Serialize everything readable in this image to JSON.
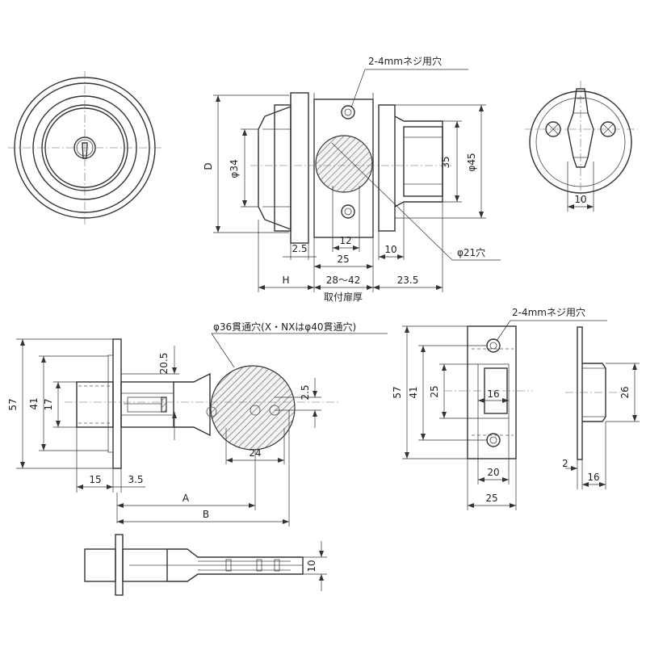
{
  "labels": {
    "screw_hole_top": "2-4mmネジ用穴",
    "screw_hole_strike": "2-4mmネジ用穴",
    "through_hole": "φ36貫通穴(X・NXはφ40貫通穴)",
    "hole21": "φ21穴",
    "door_thickness": "取付扉厚"
  },
  "dims": {
    "D": "D",
    "phi34": "φ34",
    "d35": "35",
    "phi45": "φ45",
    "d10_right": "10",
    "d12": "12",
    "d25_mid": "25",
    "d2_5_mid": "2.5",
    "d10_mid": "10",
    "H": "H",
    "d28_42": "28〜42",
    "d23_5": "23.5",
    "d57_left": "57",
    "d41_left": "41",
    "d17": "17",
    "d20_5": "20.5",
    "d2_5_bolt": "2.5",
    "d24": "24",
    "d15": "15",
    "d3_5": "3.5",
    "A": "A",
    "B": "B",
    "d10_bottom": "10",
    "d57_strike": "57",
    "d41_strike": "41",
    "d25_strike": "25",
    "d16_strike": "16",
    "d20_strike": "20",
    "d25_strike_w": "25",
    "d26": "26",
    "d2_side": "2",
    "d16_side": "16"
  }
}
